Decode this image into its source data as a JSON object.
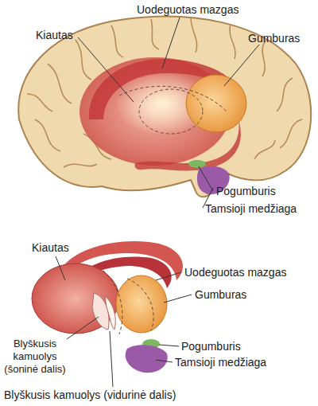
{
  "diagram": {
    "labels": [
      "Uodeguotas mazgas",
      "Kiautas",
      "Gumburas",
      "Pogumburis",
      "Tamsioji medžiaga",
      "Kiautas",
      "Uodeguotas mazgas",
      "Gumburas",
      "Blyškusis kamuolys (šoninė dalis)",
      "Pogumburis",
      "Tamsioji medžiaga",
      "Blyškusis kamuolys (vidurinė dalis)"
    ]
  }
}
